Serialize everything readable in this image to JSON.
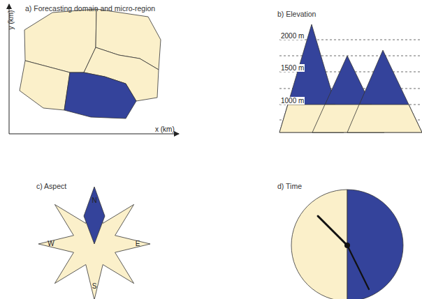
{
  "diagram": {
    "labels": [
      "a) Forecasting domain and micro-region",
      "y (km)",
      "x (km)",
      "b) Elevation",
      "2000 m",
      "1500 m",
      "1000 m",
      "c) Aspect",
      "N",
      "W",
      "E",
      "S",
      "d) Time"
    ]
  }
}
